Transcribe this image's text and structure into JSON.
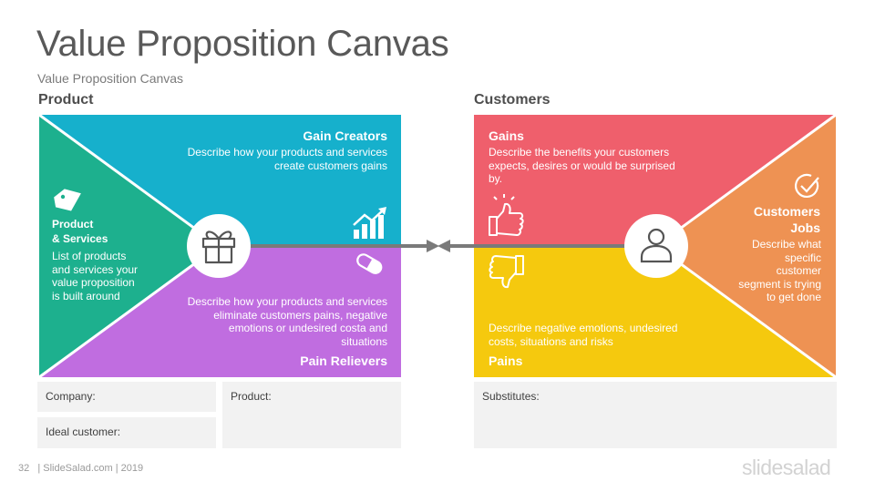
{
  "header": {
    "title": "Value Proposition Canvas",
    "subtitle": "Value Proposition Canvas"
  },
  "product": {
    "label": "Product",
    "gain_creators": {
      "title": "Gain Creators",
      "text_line1": "Describe how your products and services",
      "text_line2": "create customers gains"
    },
    "products_services": {
      "title_line1": "Product",
      "title_line2": "& Services",
      "text_line1": "List of products",
      "text_line2": "and services your",
      "text_line3": "value proposition",
      "text_line4": "is built around"
    },
    "pain_relievers": {
      "title": "Pain Relievers",
      "text_line1": "Describe how your products and services",
      "text_line2": "eliminate customers pains, negative",
      "text_line3": "emotions or undesired costa and",
      "text_line4": "situations"
    }
  },
  "customers": {
    "label": "Customers",
    "gains": {
      "title": "Gains",
      "text_line1": "Describe the benefits your customers",
      "text_line2": "expects, desires or would be surprised",
      "text_line3": "by."
    },
    "jobs": {
      "title_line1": "Customers",
      "title_line2": "Jobs",
      "text_line1": "Describe what",
      "text_line2": "specific",
      "text_line3": "customer",
      "text_line4": "segment is trying",
      "text_line5": "to get done"
    },
    "pains": {
      "title": "Pains",
      "text_line1": "Describe negative emotions, undesired",
      "text_line2": "costs, situations and risks"
    }
  },
  "boxes": {
    "company": "Company:",
    "product": "Product:",
    "ideal_customer": "Ideal customer:",
    "substitutes": "Substitutes:"
  },
  "footer": {
    "page_number": "32",
    "source": "| SlideSalad.com | 2019",
    "brand": "slidesalad"
  },
  "colors": {
    "teal": "#16b0cc",
    "green": "#1db08e",
    "purple": "#c06de0",
    "red": "#ef5f6c",
    "orange": "#ee9253",
    "yellow": "#f5c90e",
    "connector": "#7a7a7a",
    "box_bg": "#f2f2f2"
  },
  "icons": {
    "products_services": "price-tag-icon",
    "center_product": "gift-icon",
    "gain_creators": "growth-chart-icon",
    "pain_relievers": "pill-icon",
    "gains": "thumbs-up-icon",
    "pains": "thumbs-down-icon",
    "center_customer": "user-icon",
    "jobs": "check-circle-icon"
  }
}
